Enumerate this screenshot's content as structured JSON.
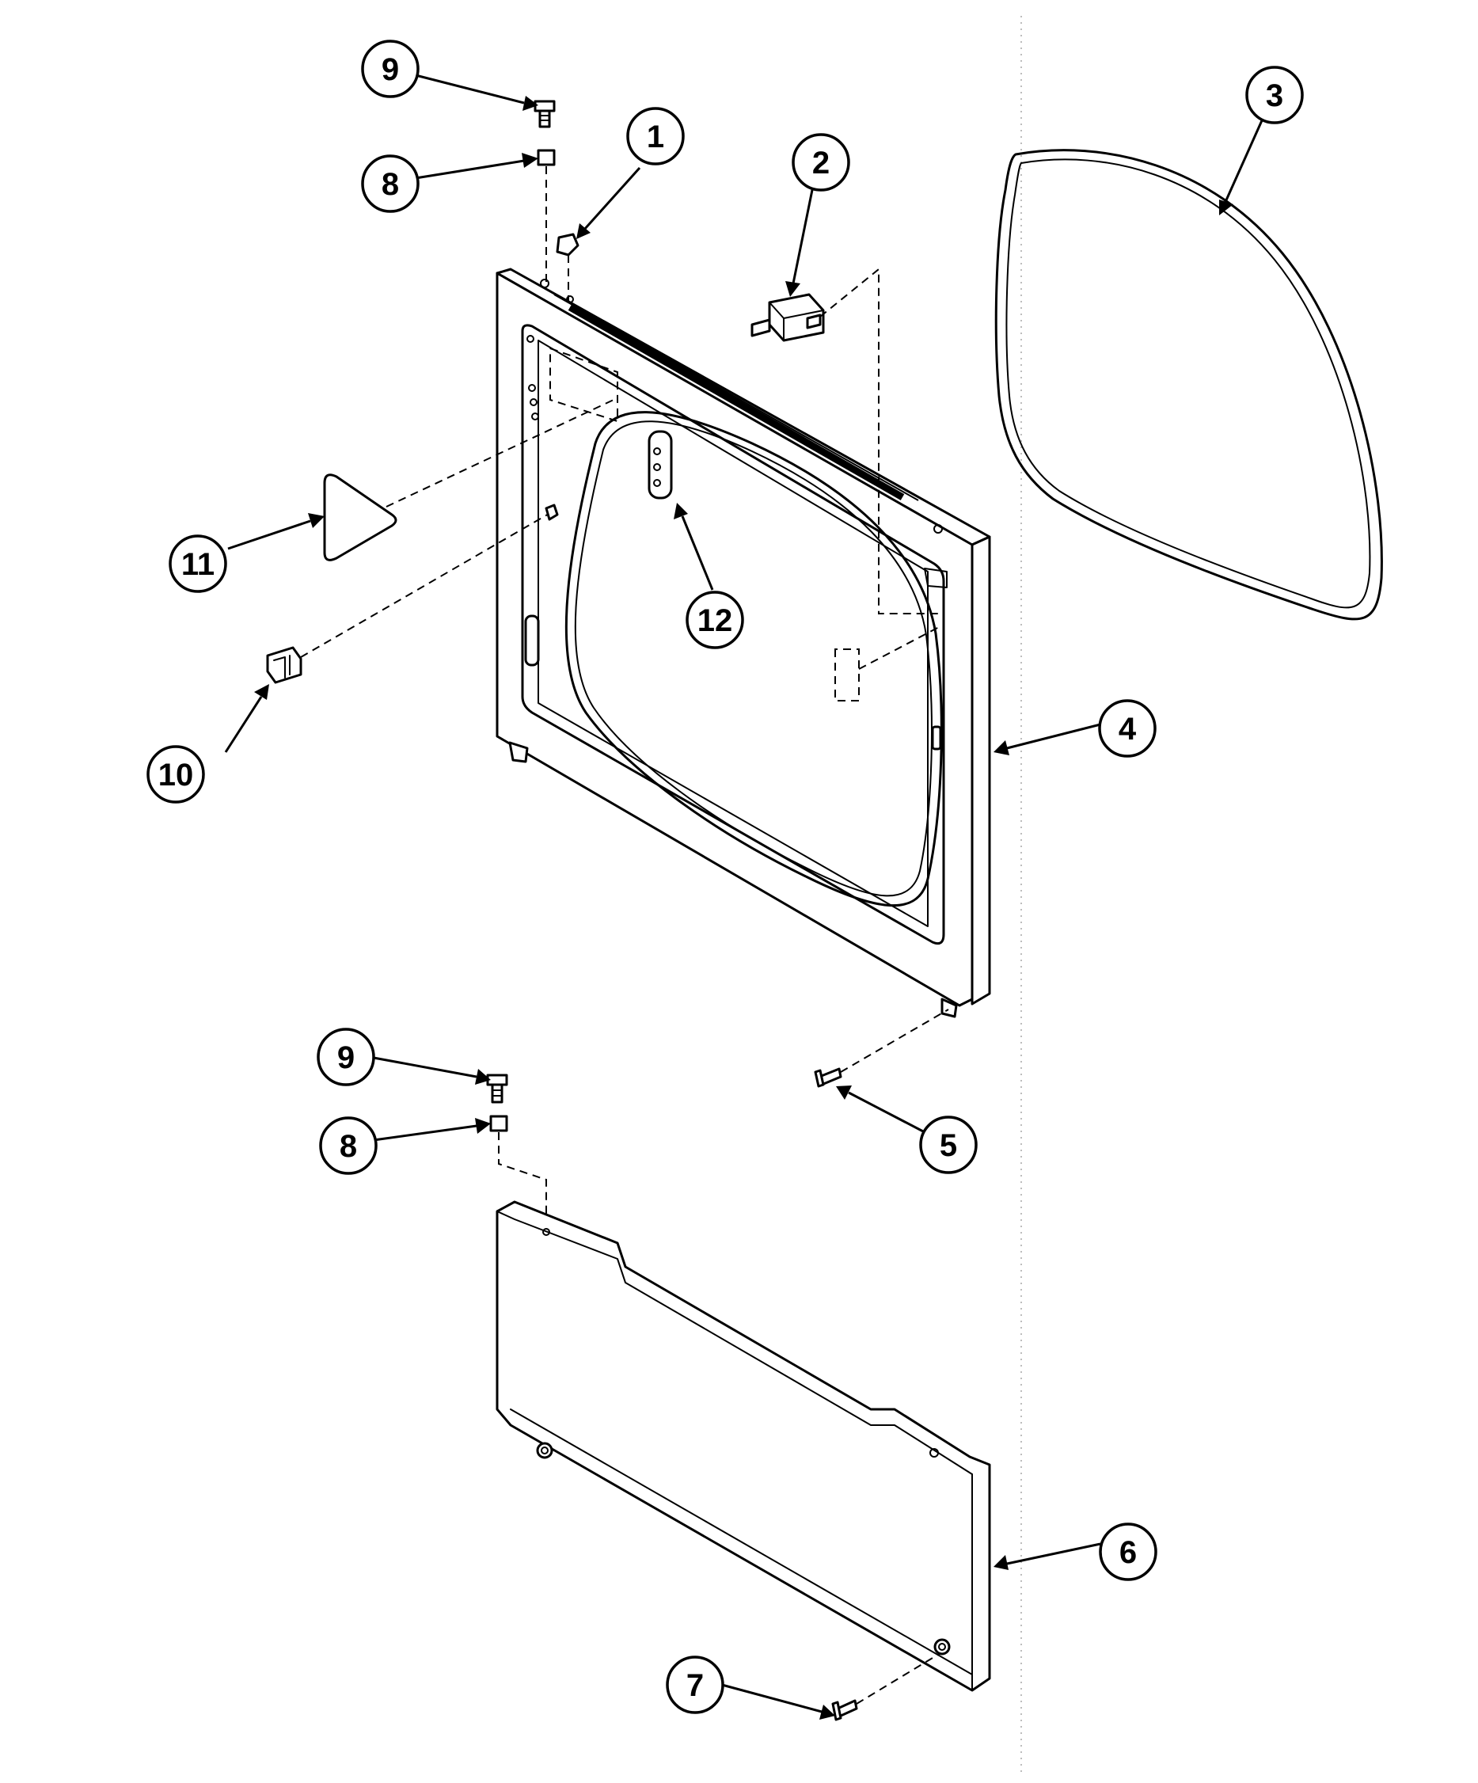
{
  "callouts": [
    {
      "id": "1",
      "label": "1"
    },
    {
      "id": "2",
      "label": "2"
    },
    {
      "id": "3",
      "label": "3"
    },
    {
      "id": "4",
      "label": "4"
    },
    {
      "id": "5",
      "label": "5"
    },
    {
      "id": "6",
      "label": "6"
    },
    {
      "id": "7",
      "label": "7"
    },
    {
      "id": "8a",
      "label": "8"
    },
    {
      "id": "8b",
      "label": "8"
    },
    {
      "id": "9a",
      "label": "9"
    },
    {
      "id": "9b",
      "label": "9"
    },
    {
      "id": "10",
      "label": "10"
    },
    {
      "id": "11",
      "label": "11"
    },
    {
      "id": "12",
      "label": "12"
    }
  ]
}
